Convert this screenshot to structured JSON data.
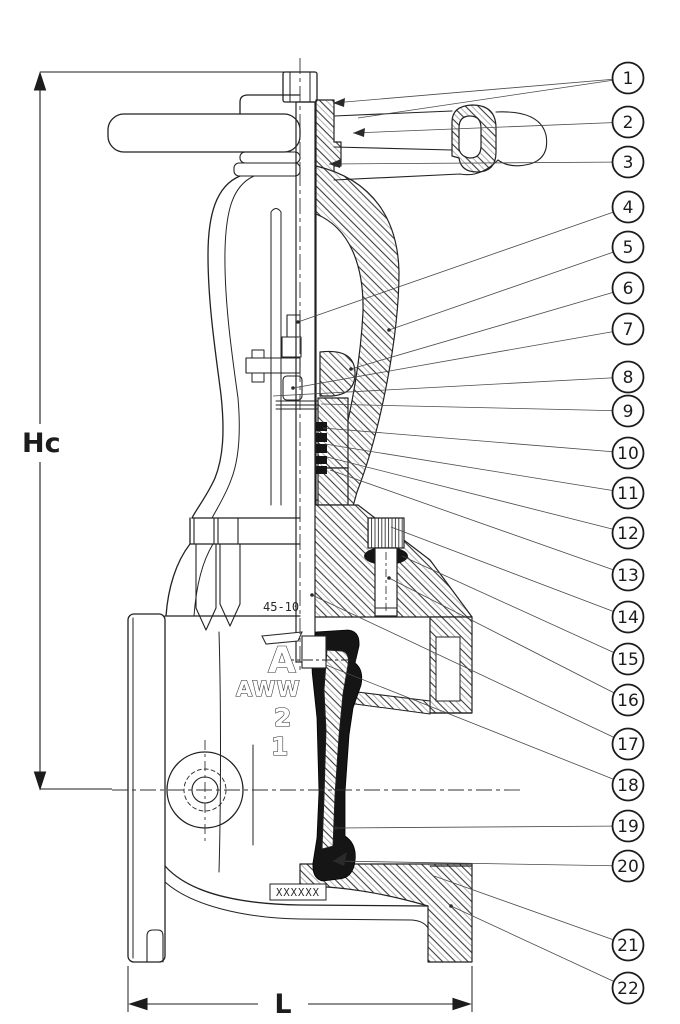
{
  "dimensions": {
    "height_label": "Hc",
    "length_label": "L"
  },
  "cast_markings": {
    "model_code": "45-10",
    "logo_letter": "A",
    "lettering": "AWW",
    "size_line1": "2",
    "size_line2": "1",
    "nameplate": "XXXXXX"
  },
  "callouts": {
    "numbers": [
      "1",
      "2",
      "3",
      "4",
      "5",
      "6",
      "7",
      "8",
      "9",
      "10",
      "11",
      "12",
      "13",
      "14",
      "15",
      "16",
      "17",
      "18",
      "19",
      "20",
      "21",
      "22"
    ]
  }
}
